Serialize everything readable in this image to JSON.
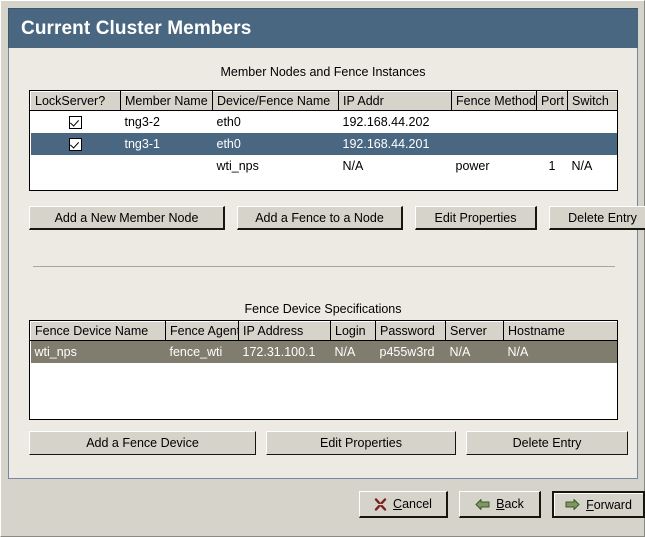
{
  "window": {
    "title": "Current Cluster Members",
    "title_bg": "#4a6782",
    "panel_bg": "#edeae3",
    "chrome_bg": "#d6d3cb"
  },
  "member_section": {
    "caption": "Member Nodes and Fence Instances",
    "columns": [
      "LockServer?",
      "Member Name",
      "Device/Fence Name",
      "IP Addr",
      "Fence Method",
      "Port",
      "Switch"
    ],
    "rows": [
      {
        "lockserver": "checked",
        "member_name": "tng3-2",
        "device_name": "eth0",
        "ip_addr": "192.168.44.202",
        "fence_method": "",
        "port": "",
        "switch": "",
        "selected": false
      },
      {
        "lockserver": "checked",
        "member_name": "tng3-1",
        "device_name": "eth0",
        "ip_addr": "192.168.44.201",
        "fence_method": "",
        "port": "",
        "switch": "",
        "selected": true
      },
      {
        "lockserver": "",
        "member_name": "",
        "device_name": "wti_nps",
        "ip_addr": "N/A",
        "fence_method": "power",
        "port": "1",
        "switch": "N/A",
        "selected": false
      }
    ],
    "buttons": [
      {
        "label": "Add a New Member Node"
      },
      {
        "label": "Add a Fence to a Node"
      },
      {
        "label": "Edit Properties"
      },
      {
        "label": "Delete Entry"
      }
    ],
    "selected_row_color": "#4a6782"
  },
  "fence_section": {
    "caption": "Fence Device Specifications",
    "columns": [
      "Fence Device Name",
      "Fence Agent",
      "IP Address",
      "Login",
      "Password",
      "Server",
      "Hostname"
    ],
    "rows": [
      {
        "device_name": "wti_nps",
        "agent": "fence_wti",
        "ip_address": "172.31.100.1",
        "login": "N/A",
        "password": "p455w3rd",
        "server": "N/A",
        "hostname": "N/A",
        "selected": true
      }
    ],
    "buttons": [
      {
        "label": "Add a Fence Device"
      },
      {
        "label": "Edit Properties"
      },
      {
        "label": "Delete Entry"
      }
    ],
    "selected_row_color": "#807d6e"
  },
  "footer": {
    "cancel": {
      "label_pre": "",
      "mnemonic": "C",
      "label_post": "ancel",
      "icon": "x-mark-icon",
      "icon_color": "#7a1f1f"
    },
    "back": {
      "label_pre": "",
      "mnemonic": "B",
      "label_post": "ack",
      "icon": "arrow-left-icon",
      "icon_color": "#6f8f53"
    },
    "forward": {
      "label_pre": "",
      "mnemonic": "F",
      "label_post": "orward",
      "icon": "arrow-right-icon",
      "icon_color": "#6f8f53",
      "focused": true
    }
  }
}
